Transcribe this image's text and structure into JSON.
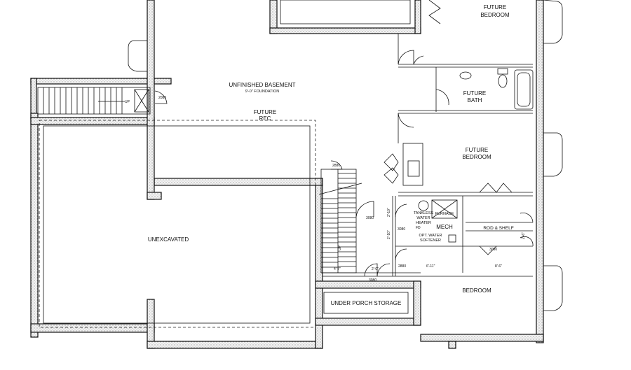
{
  "rooms": {
    "future_bedroom_top_1": "FUTURE",
    "future_bedroom_top_2": "BEDROOM",
    "unfinished_basement": "UNFINISHED BASEMENT",
    "foundation_note": "9'-0\" FOUNDATION",
    "future_rec_1": "FUTURE",
    "future_rec_2": "REC",
    "future_bath_1": "FUTURE",
    "future_bath_2": "BATH",
    "future_bedroom_mid_1": "FUTURE",
    "future_bedroom_mid_2": "BEDROOM",
    "unexcavated": "UNEXCAVATED",
    "mech": "MECH",
    "rod_shelf": "ROD & SHELF",
    "bedroom": "BEDROOM",
    "under_porch_storage": "UNDER PORCH STORAGE"
  },
  "equipment": {
    "tankless_1": "TANKLESS",
    "tankless_2": "WATER",
    "tankless_3": "HEATER",
    "furnace": "FURNACE",
    "floor_drain": "FD",
    "softener_1": "OPT. WATER",
    "softener_2": "SOFTENER"
  },
  "stairs": {
    "up_top": "UP",
    "up_main": "UP"
  },
  "doors": {
    "d_2080_top": "2080",
    "d_2880_stair": "2880",
    "d_3080_a": "3080",
    "d_3080_b": "3080",
    "d_3080_c": "3080",
    "d_3080_d": "3080",
    "d_2880_b": "2880"
  },
  "dimensions": {
    "dim_4_7": "4'-7\"",
    "dim_2_0": "2'-0\"",
    "dim_6_11": "6'-11\"",
    "dim_8_6": "8'-6\"",
    "dim_2_10": "2'-10\"",
    "dim_2_10b": "2'-10\"",
    "dim_2_6": "2'-6\""
  }
}
